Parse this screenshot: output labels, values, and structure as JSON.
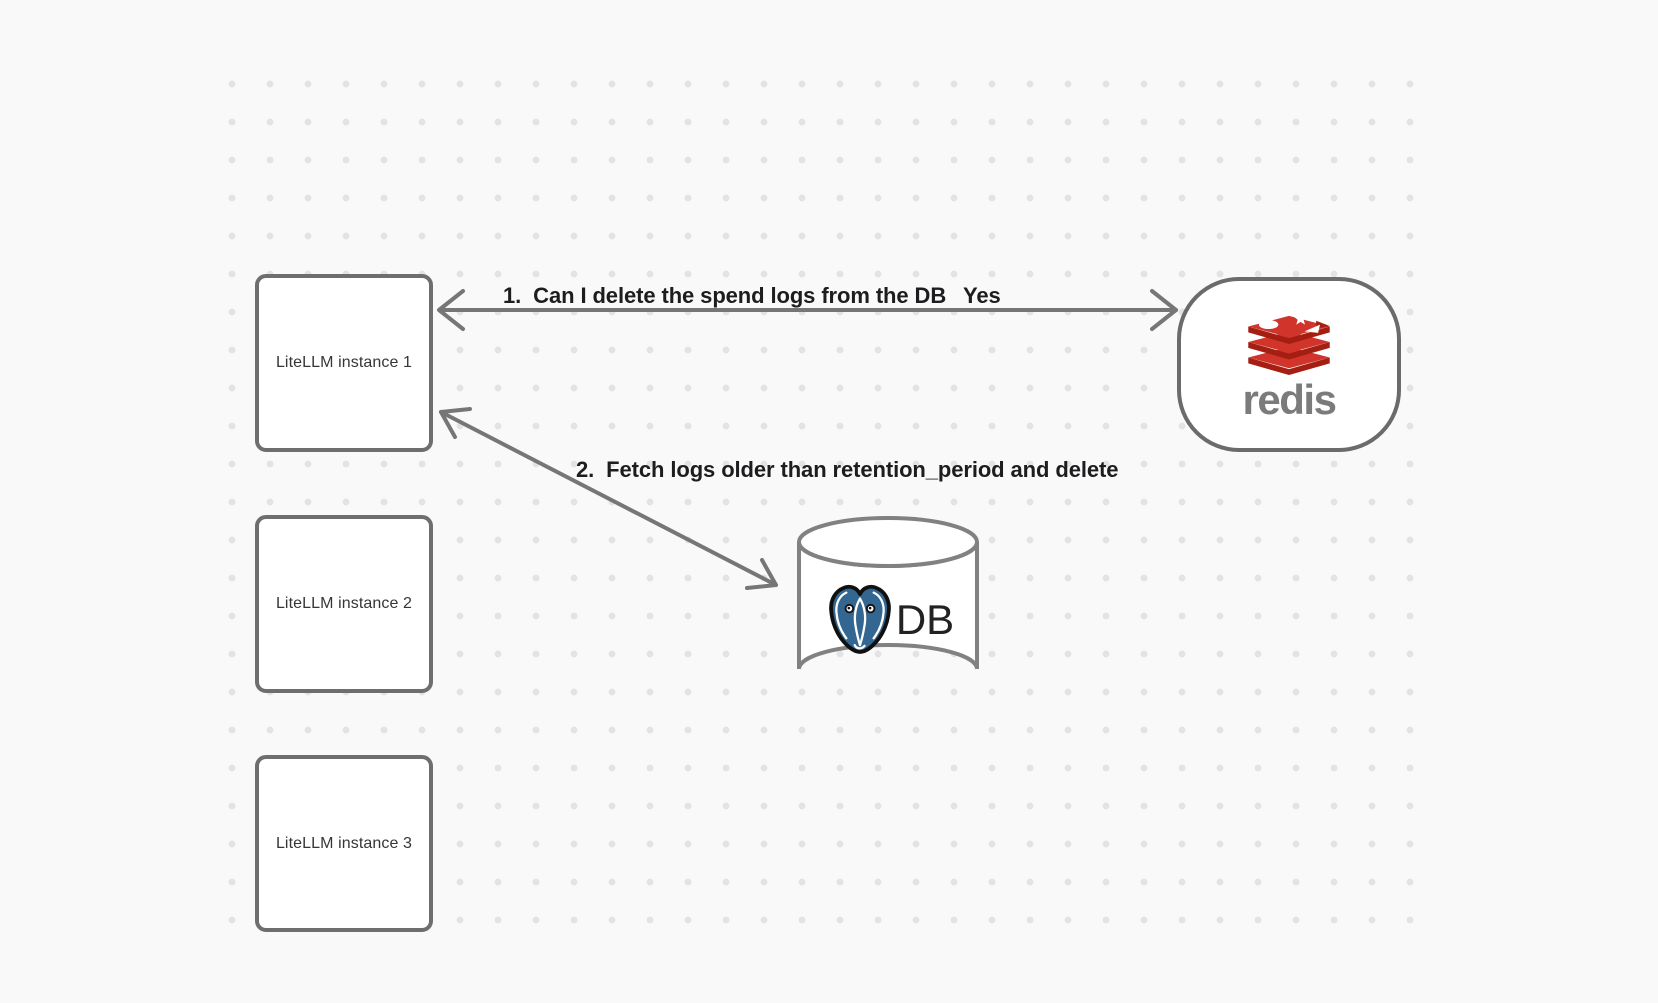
{
  "diagram": {
    "nodes": {
      "instances": [
        {
          "label": "LiteLLM instance 1"
        },
        {
          "label": "LiteLLM instance 2"
        },
        {
          "label": "LiteLLM instance 3"
        }
      ],
      "redis": {
        "label": "redis"
      },
      "db": {
        "label": "DB"
      }
    },
    "edges": [
      {
        "label": "1.  Can I delete the spend logs from the DB",
        "response": "Yes",
        "from": "redis",
        "to": "LiteLLM instance 1",
        "style": "double-headed-arrow"
      },
      {
        "label": "2.  Fetch logs older than retention_period and delete",
        "from": "LiteLLM instance 1",
        "to": "DB",
        "style": "double-headed-arrow"
      }
    ],
    "icons": {
      "redis": "redis-stack-logo",
      "db": "postgresql-elephant-logo"
    },
    "colors": {
      "background": "#f9f9f9",
      "dot_grid": "#e3e3e3",
      "node_border": "#6e6e6e",
      "node_fill": "#ffffff",
      "arrow": "#767676",
      "label_text": "#1d1d1f",
      "node_text": "#363636",
      "redis_red": "#d0342b",
      "redis_dark_red": "#a41e11",
      "redis_wordmark_gray": "#7b7b7b",
      "postgres_blue": "#336791"
    }
  }
}
